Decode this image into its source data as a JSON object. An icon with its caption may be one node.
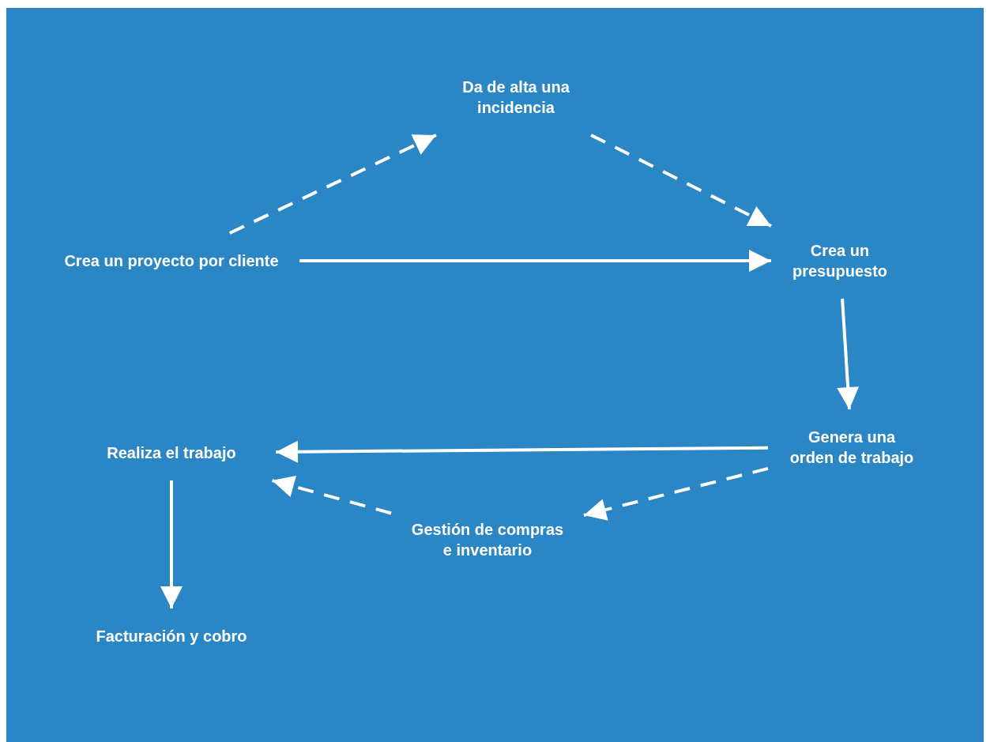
{
  "diagram": {
    "nodes": [
      {
        "text": [
          "Crea un proyecto por cliente"
        ]
      },
      {
        "text": [
          "Da de alta una incidencia"
        ]
      },
      {
        "text": [
          "Crea un presupuesto"
        ]
      },
      {
        "text": [
          "Genera una orden de trabajo"
        ]
      },
      {
        "text": [
          "Realiza el trabajo"
        ]
      },
      {
        "text": [
          "Gestión de compras e inventario"
        ]
      },
      {
        "text": [
          "Facturación y cobro"
        ]
      }
    ],
    "edges": [
      {
        "from": 0,
        "to": 1,
        "arrow": "to",
        "style": "dashed"
      },
      {
        "from": 1,
        "to": 2,
        "arrow": "to",
        "style": "dashed"
      },
      {
        "from": 0,
        "to": 2,
        "arrow": "to"
      },
      {
        "from": 2,
        "to": 3,
        "arrow": "to"
      },
      {
        "from": 3,
        "to": 4,
        "arrow": "to"
      },
      {
        "from": 3,
        "to": 5,
        "arrow": "to",
        "style": "dashed"
      },
      {
        "from": 5,
        "to": 4,
        "arrow": "to",
        "style": "dashed"
      },
      {
        "from": 4,
        "to": 6,
        "arrow": "to"
      }
    ]
  }
}
